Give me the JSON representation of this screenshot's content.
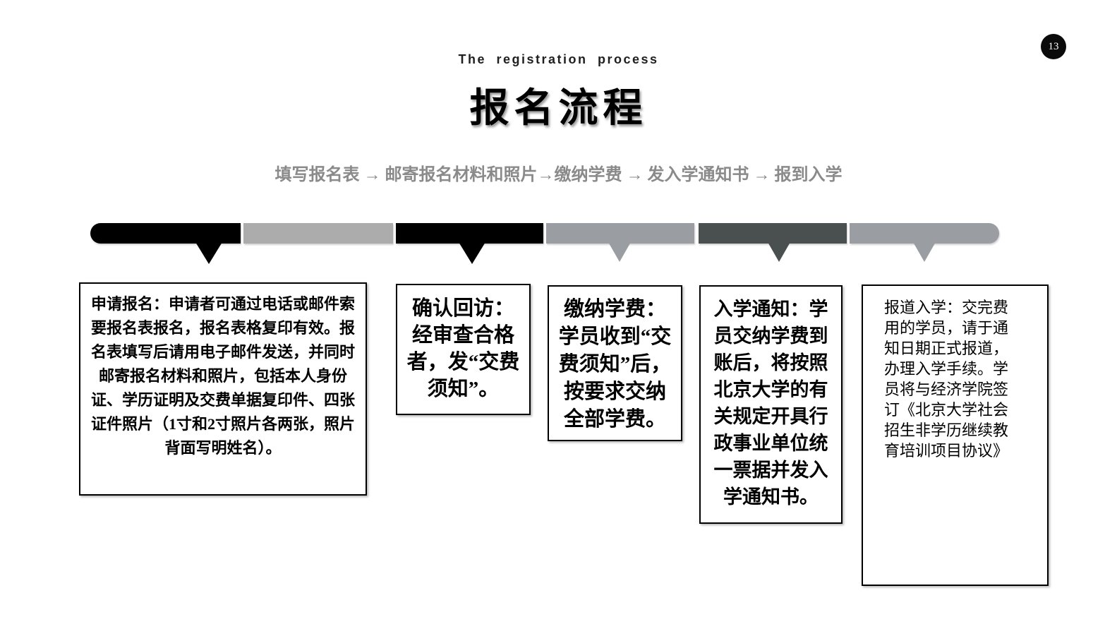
{
  "slide": {
    "page_number": "13",
    "subtitle": "The registration process",
    "title": "报名流程",
    "flow_line": "填写报名表 → 邮寄报名材料和照片→缴纳学费 → 发入学通知书 → 报到入学"
  },
  "colors": {
    "badge_background": "#0b0b0b",
    "segment_black": "#000000",
    "segment_light_gray": "#acacac",
    "segment_gray": "#9a9ea3",
    "segment_dark_slate": "#4a504f",
    "flow_text_gray": "#8a8a8a",
    "box_border": "#000000"
  },
  "timeline": {
    "segments": [
      {
        "name": "segment-1",
        "color": "#000000"
      },
      {
        "name": "segment-2",
        "color": "#acacac"
      },
      {
        "name": "segment-3",
        "color": "#000000"
      },
      {
        "name": "segment-4",
        "color": "#9a9ea3"
      },
      {
        "name": "segment-5",
        "color": "#4a504f"
      },
      {
        "name": "segment-6",
        "color": "#9a9ea3"
      }
    ],
    "markers": [
      {
        "name": "marker-1",
        "color": "#000000"
      },
      {
        "name": "marker-2",
        "color": "#000000"
      },
      {
        "name": "marker-3",
        "color": "#9a9ea3"
      },
      {
        "name": "marker-4",
        "color": "#4a504f"
      },
      {
        "name": "marker-5",
        "color": "#9a9ea3"
      }
    ]
  },
  "steps": [
    {
      "text": "申请报名：申请者可通过电话或邮件索要报名表报名，报名表格复印有效。报名表填写后请用电子邮件发送，并同时邮寄报名材料和照片，包括本人身份证、学历证明及交费单据复印件、四张证件照片（1寸和2寸照片各两张，照片背面写明姓名）。"
    },
    {
      "text": "确认回访：经审查合格者，发“交费须知”。"
    },
    {
      "text": "缴纳学费：学员收到“交费须知”后，按要求交纳全部学费。"
    },
    {
      "text": "入学通知：学员交纳学费到账后，将按照北京大学的有关规定开具行政事业单位统一票据并发入学通知书。"
    },
    {
      "text": "报道入学：交完费用的学员，请于通知日期正式报道，办理入学手续。学员将与经济学院签订《北京大学社会招生非学历继续教育培训项目协议》"
    }
  ]
}
